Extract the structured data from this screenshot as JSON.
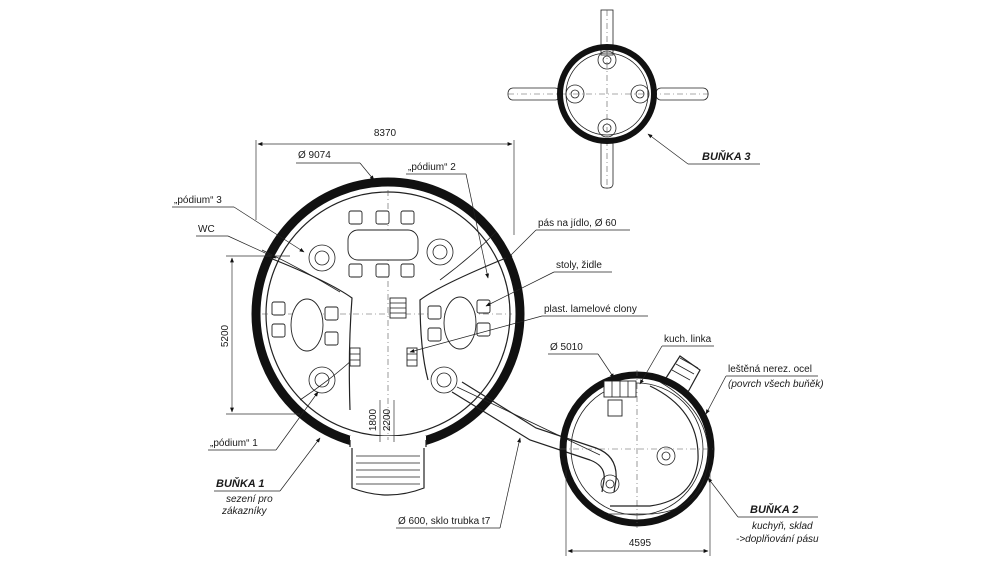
{
  "labels": {
    "dim_width": "8370",
    "dim_d9074": "Ø 9074",
    "podium2": "„pódium“ 2",
    "podium3": "„pódium“ 3",
    "wc": "WC",
    "belt": "pás na jídlo, Ø 60",
    "tables": "stoly, židle",
    "louvers": "plast. lamelové clony",
    "dim_5200": "5200",
    "dim_1800": "1800",
    "dim_2200": "2200",
    "podium1": "„pódium“ 1",
    "d5010": "Ø 5010",
    "kitchen_line": "kuch. linka",
    "steel1": "leštěná nerez. ocel",
    "steel2": "(povrch všech buňěk)",
    "tube": "Ø 600, sklo trubka t7",
    "dim_4595": "4595",
    "cell1_title": "BUŇKA 1",
    "cell1_sub1": "sezení pro",
    "cell1_sub2": "zákazníky",
    "cell2_title": "BUŇKA 2",
    "cell2_sub1": "kuchyň, sklad",
    "cell2_sub2": "->doplňování pásu",
    "cell3_title": "BUŇKA 3"
  }
}
